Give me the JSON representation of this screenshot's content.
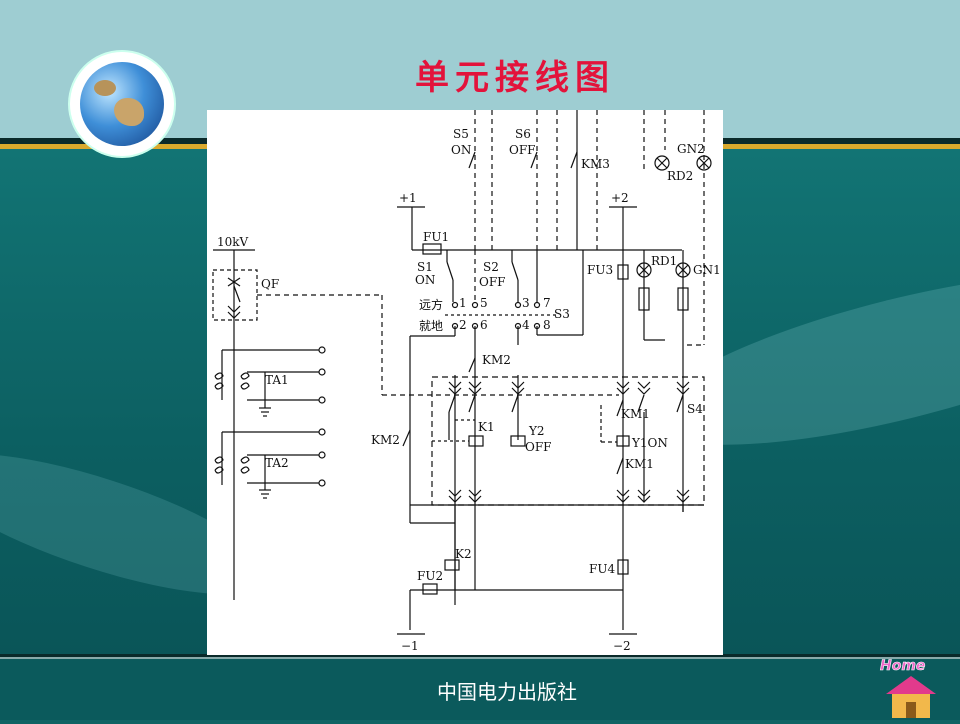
{
  "slide": {
    "title": "单元接线图",
    "publisher": "中国电力出版社"
  },
  "nav": {
    "home_label": "Home"
  },
  "diagram": {
    "labels": {
      "v10kv": "10kV",
      "qf": "QF",
      "ta1": "TA1",
      "ta2": "TA2",
      "s5": "S5",
      "s5_on": "ON",
      "s6": "S6",
      "s6_off": "OFF",
      "km3": "KM3",
      "gn2": "GN2",
      "rd2": "RD2",
      "plus1": "+1",
      "plus2": "+2",
      "fu1": "FU1",
      "fu3": "FU3",
      "rd1": "RD1",
      "gn1": "GN1",
      "s1": "S1",
      "s1_on": "ON",
      "s2": "S2",
      "s2_off": "OFF",
      "remote": "远方",
      "local": "就地",
      "n1": "1",
      "n5": "5",
      "n3": "3",
      "n7": "7",
      "n2": "2",
      "n6": "6",
      "n4": "4",
      "n8": "8",
      "s3": "S3",
      "km2_top": "KM2",
      "km2_left": "KM2",
      "k1": "K1",
      "y2": "Y2",
      "y2_off": "OFF",
      "km1_top": "KM1",
      "y1on": "Y1ON",
      "km1_bottom": "KM1",
      "s4": "S4",
      "k2": "K2",
      "fu2": "FU2",
      "fu4": "FU4",
      "minus1": "−1",
      "minus2": "−2"
    }
  },
  "colors": {
    "title": "#e3133b",
    "top_band": "#9ecdd2",
    "teal": "#0f6464",
    "gold_stripe": "#d9a92c"
  }
}
